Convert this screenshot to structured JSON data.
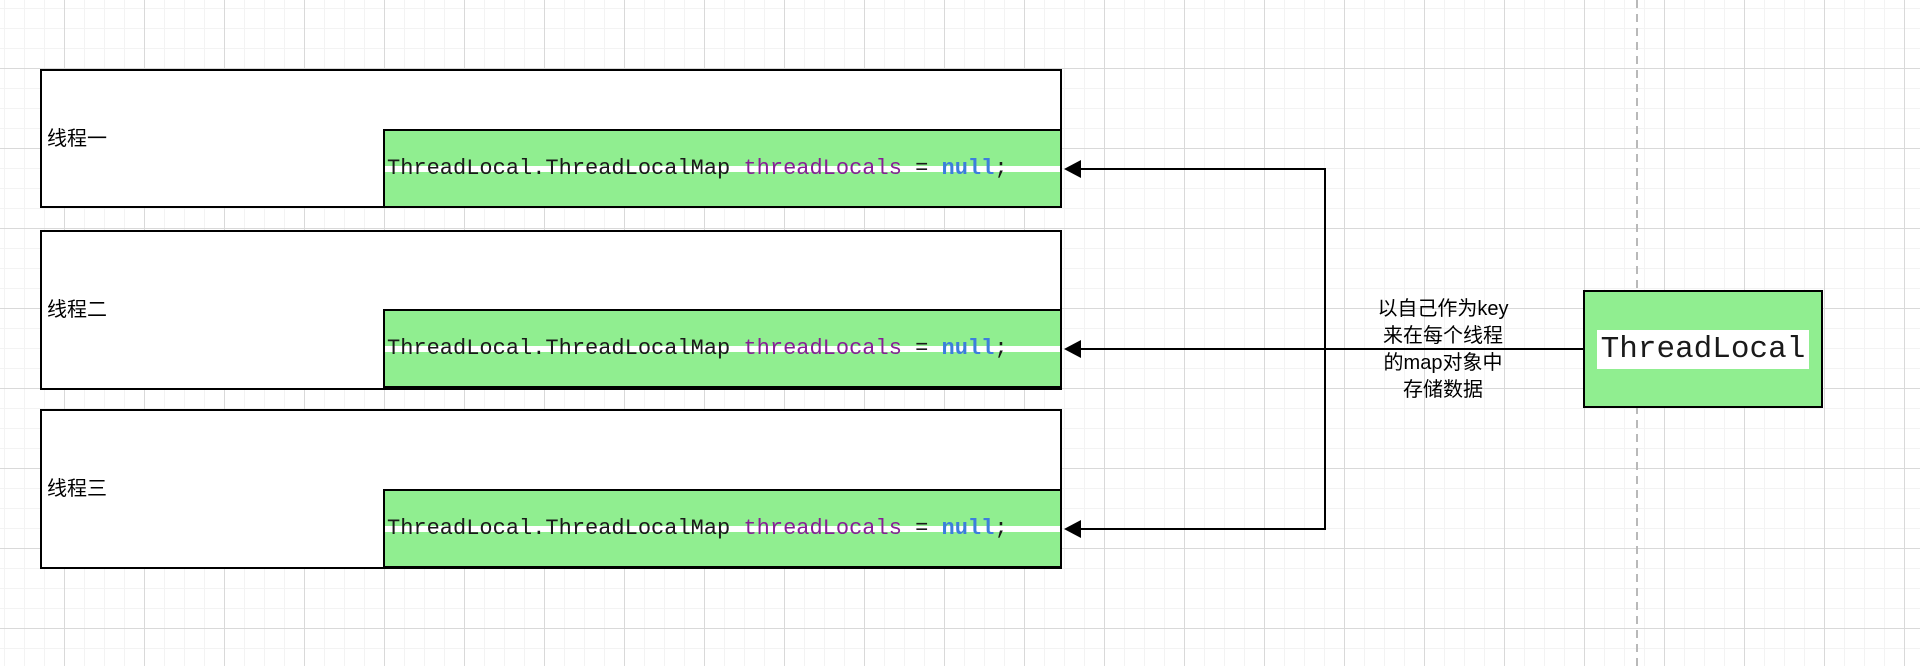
{
  "diagram": {
    "threads": [
      {
        "label": "线程一"
      },
      {
        "label": "线程二"
      },
      {
        "label": "线程三"
      }
    ],
    "code": {
      "type": "ThreadLocal.ThreadLocalMap ",
      "field": "threadLocals",
      "assign": " = ",
      "value": "null",
      "end": ";"
    },
    "threadlocal_node": {
      "label": "ThreadLocal"
    },
    "edge_label": {
      "lines": [
        "以自己作为key",
        "来在每个线程",
        "的map对象中",
        "存储数据"
      ]
    },
    "colors": {
      "node_fill": "#90EE90",
      "shape_border": "#000000",
      "code_text": "#1a1a1a",
      "code_field": "#871E96",
      "code_keyword": "#3C7EDC",
      "page_break_line": "#B9B9B9",
      "grid_minor": "#F3F3F3",
      "grid_major": "#D9D9D9"
    }
  }
}
